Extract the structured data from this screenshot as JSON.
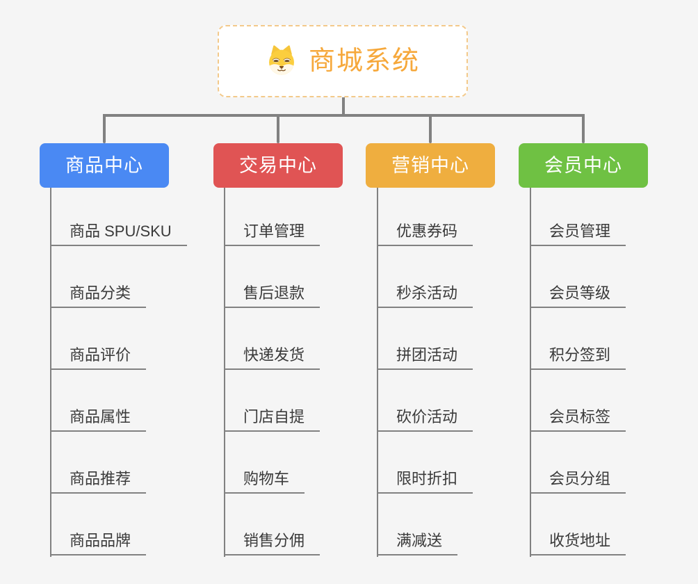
{
  "theme": {
    "background": "#f5f5f5",
    "line_color": "#818181",
    "leaf_text_color": "#3a3a3a",
    "root_text_color": "#f6a83b",
    "root_border_color": "#f3c98a",
    "node_text_color": "#ffffff"
  },
  "root": {
    "label": "商城系统",
    "icon": "dog-face-icon"
  },
  "branches": [
    {
      "label": "商品中心",
      "color": "#4a89f3",
      "items": [
        "商品 SPU/SKU",
        "商品分类",
        "商品评价",
        "商品属性",
        "商品推荐",
        "商品品牌"
      ]
    },
    {
      "label": "交易中心",
      "color": "#e05454",
      "items": [
        "订单管理",
        "售后退款",
        "快递发货",
        "门店自提",
        "购物车",
        "销售分佣"
      ]
    },
    {
      "label": "营销中心",
      "color": "#efae3f",
      "items": [
        "优惠券码",
        "秒杀活动",
        "拼团活动",
        "砍价活动",
        "限时折扣",
        "满减送"
      ]
    },
    {
      "label": "会员中心",
      "color": "#6fc143",
      "items": [
        "会员管理",
        "会员等级",
        "积分签到",
        "会员标签",
        "会员分组",
        "收货地址"
      ]
    }
  ]
}
